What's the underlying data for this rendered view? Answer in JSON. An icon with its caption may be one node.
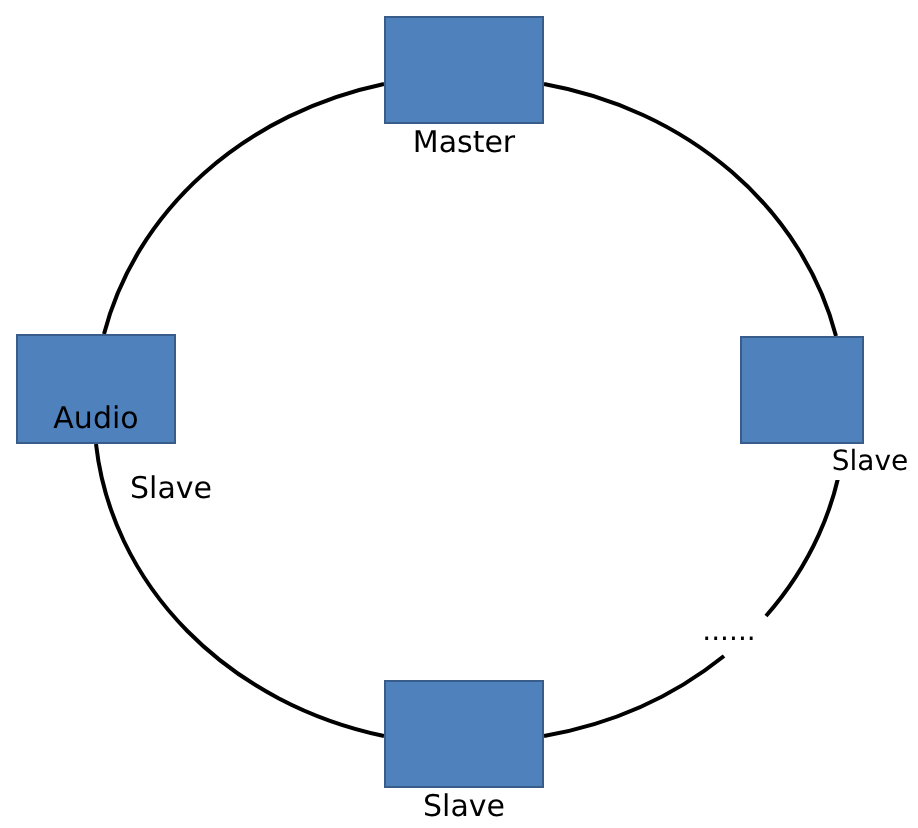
{
  "diagram": {
    "nodes": [
      {
        "text": [
          "Master"
        ]
      },
      {
        "text": [
          "Audio"
        ],
        "beside": [
          "Slave"
        ]
      },
      {
        "text": [
          "Slave"
        ]
      },
      {
        "text": [
          "......"
        ]
      },
      {
        "text": [
          "Slave"
        ]
      }
    ],
    "edges": [
      {
        "from": 0,
        "to": 1,
        "arrow": "none"
      },
      {
        "from": 0,
        "to": 2,
        "arrow": "none"
      },
      {
        "from": 1,
        "to": 4,
        "arrow": "none"
      },
      {
        "from": 2,
        "to": 3,
        "arrow": "none"
      },
      {
        "from": 3,
        "to": 4,
        "arrow": "none"
      }
    ]
  }
}
